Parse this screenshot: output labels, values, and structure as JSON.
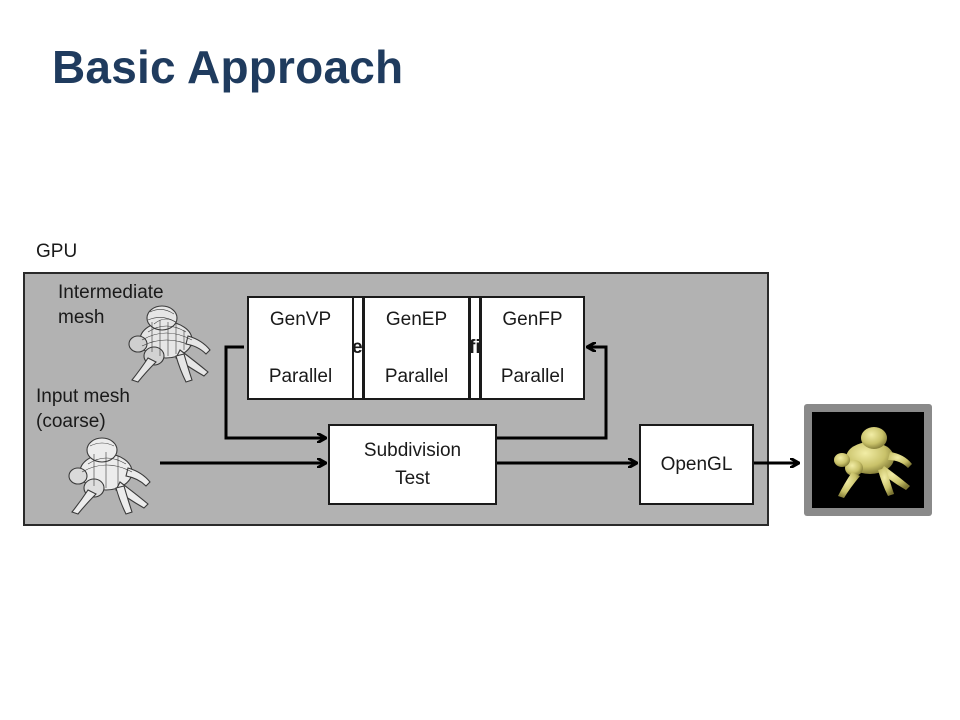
{
  "title": "Basic Approach",
  "gpu_label": "GPU",
  "intermediate_mesh": {
    "line1": "Intermediate",
    "line2": "mesh"
  },
  "input_mesh": {
    "line1": "Input mesh",
    "line2": "(coarse)"
  },
  "stages": [
    {
      "name": "GenVP",
      "mode": "Parallel"
    },
    {
      "name": "GenEP",
      "mode": "Parallel"
    },
    {
      "name": "GenFP",
      "mode": "Parallel"
    }
  ],
  "separator_glyphs": [
    "e",
    "fi"
  ],
  "subdivision_test": {
    "line1": "Subdivision",
    "line2": "Test"
  },
  "opengl": "OpenGL",
  "colors": {
    "title": "#1f3b5e",
    "gpu_fill": "#b2b2b2",
    "mesh_wire": "#3a3a3a",
    "render_model": "#c9c26a"
  },
  "icons": [
    "wireframe-mesh-icon",
    "rendered-model-icon"
  ]
}
